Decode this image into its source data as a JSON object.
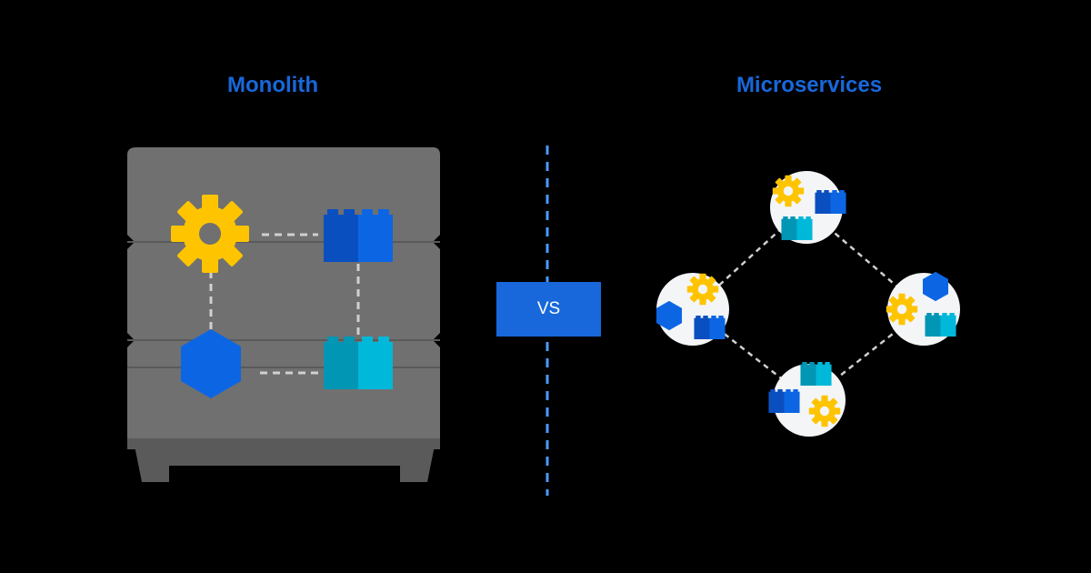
{
  "left": {
    "title": "Monolith"
  },
  "right": {
    "title": "Microservices"
  },
  "divider": {
    "label": "VS"
  },
  "colors": {
    "background": "#000000",
    "heading": "#1868DB",
    "server_body": "#707070",
    "server_dark": "#5a5a5a",
    "gear": "#FFC400",
    "block_blue": "#0C66E4",
    "block_blue_dark": "#0A4FC0",
    "block_teal": "#00B8D9",
    "block_teal_dark": "#0096B4",
    "hexagon": "#0C66E4",
    "node_fill": "#F4F5F7",
    "connector": "#D0D0D0",
    "divider_line": "#4C9AFF"
  },
  "icons": [
    "gear-icon",
    "block-icon",
    "hexagon-icon",
    "server-icon"
  ]
}
